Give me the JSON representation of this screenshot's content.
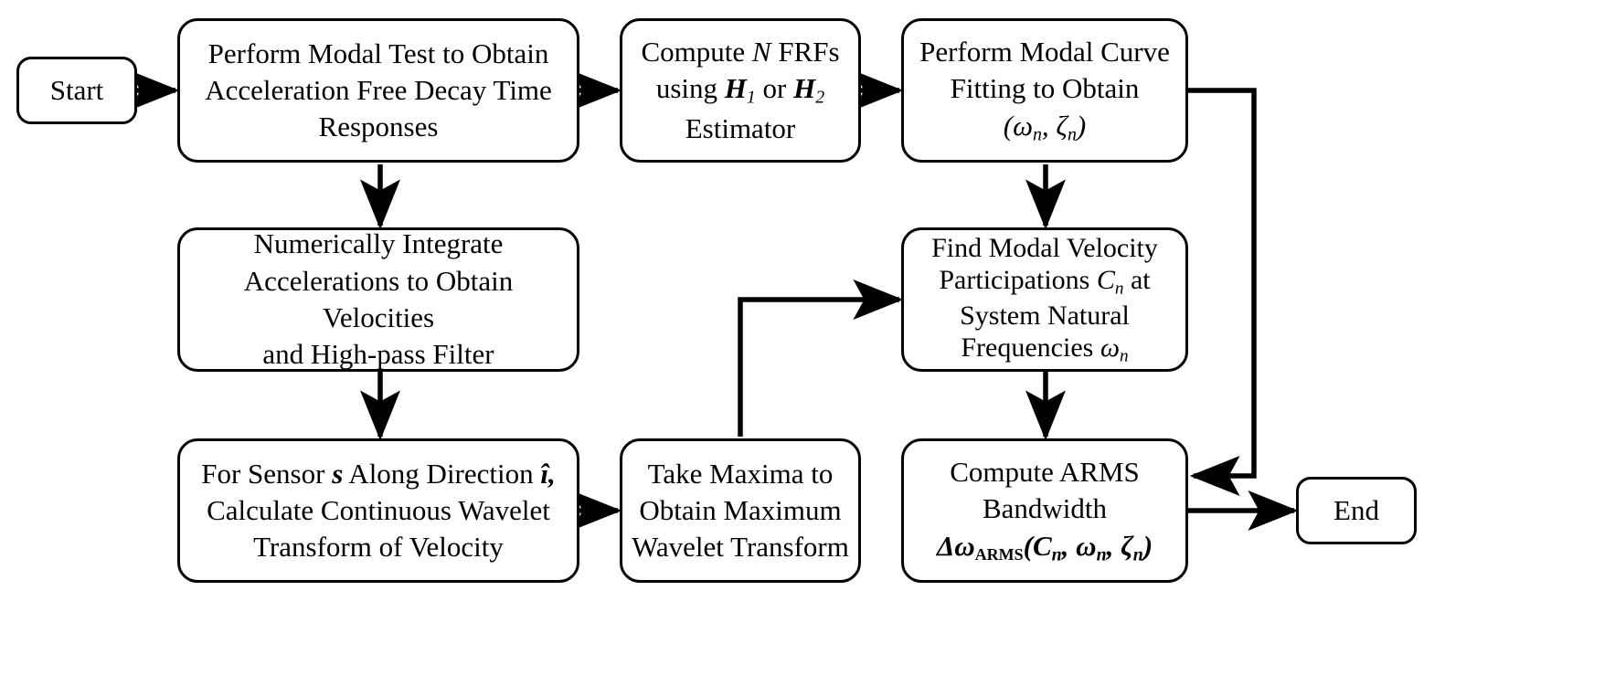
{
  "diagram": {
    "title": "Modal Test ARMS Bandwidth Flowchart",
    "background_color": "#ffffff",
    "line_color": "#000000",
    "node_fill": "#ffffff"
  },
  "nodes": {
    "start": {
      "label": "Start",
      "shape": "terminator"
    },
    "modal_test": {
      "line1": "Perform Modal Test to Obtain",
      "line2": "Acceleration Free Decay Time",
      "line3": "Responses",
      "shape": "process"
    },
    "compute_frfs": {
      "line1_a": "Compute ",
      "line1_b": "N",
      "line1_c": " FRFs",
      "line2_a": "using ",
      "line2_b": "H",
      "line2_sub1": "1",
      "line2_c": " or  ",
      "line2_d": "H",
      "line2_sub2": "2",
      "line3": "Estimator",
      "shape": "process"
    },
    "curve_fitting": {
      "line1": "Perform Modal Curve",
      "line2": "Fitting to Obtain",
      "line3": "(ωn, ζn)",
      "shape": "process"
    },
    "integrate": {
      "line1": "Numerically Integrate",
      "line2": "Accelerations to Obtain Velocities",
      "line3": "and High-pass Filter",
      "shape": "process"
    },
    "find_participations": {
      "line1": "Find Modal Velocity",
      "line2_a": "Participations ",
      "line2_b": "C",
      "line2_sub": "n",
      "line2_c": " at",
      "line3": "System Natural",
      "line4_a": "Frequencies ",
      "line4_b": "ω",
      "line4_sub": "n",
      "shape": "process"
    },
    "wavelet": {
      "line1_a": "For Sensor ",
      "line1_b": "s",
      "line1_c": " Along Direction ",
      "line1_d": "î,",
      "line2": "Calculate Continuous Wavelet",
      "line3": "Transform of Velocity",
      "shape": "process"
    },
    "maxima": {
      "line1": "Take Maxima to",
      "line2": "Obtain Maximum",
      "line3": "Wavelet Transform",
      "shape": "process"
    },
    "arms": {
      "line1": "Compute ARMS",
      "line2": "Bandwidth",
      "line3_a": "Δω",
      "line3_sub": "ARMS",
      "line3_b": "(",
      "line3_c": "C",
      "line3_csub": "n",
      "line3_d": ", ",
      "line3_e": "ω",
      "line3_esub": "n",
      "line3_f": ", ",
      "line3_g": "ζ",
      "line3_gsub": "n",
      "line3_h": ")",
      "shape": "process"
    },
    "end": {
      "label": "End",
      "shape": "terminator"
    }
  },
  "edges": [
    {
      "name": "start-to-modal-test",
      "from": "start",
      "to": "modal_test",
      "direction": "right"
    },
    {
      "name": "modal-test-to-compute-frfs",
      "from": "modal_test",
      "to": "compute_frfs",
      "direction": "right"
    },
    {
      "name": "compute-frfs-to-curve-fitting",
      "from": "compute_frfs",
      "to": "curve_fitting",
      "direction": "right"
    },
    {
      "name": "modal-test-to-integrate",
      "from": "modal_test",
      "to": "integrate",
      "direction": "down"
    },
    {
      "name": "curve-fitting-to-find-participations",
      "from": "curve_fitting",
      "to": "find_participations",
      "direction": "down"
    },
    {
      "name": "integrate-to-wavelet",
      "from": "integrate",
      "to": "wavelet",
      "direction": "down"
    },
    {
      "name": "wavelet-to-maxima",
      "from": "wavelet",
      "to": "maxima",
      "direction": "right"
    },
    {
      "name": "maxima-to-find-participations",
      "from": "maxima",
      "to": "find_participations",
      "direction": "up-right"
    },
    {
      "name": "find-participations-to-arms",
      "from": "find_participations",
      "to": "arms",
      "direction": "down"
    },
    {
      "name": "curve-fitting-to-arms",
      "from": "curve_fitting",
      "to": "arms",
      "direction": "right-down-left"
    },
    {
      "name": "arms-to-end",
      "from": "arms",
      "to": "end",
      "direction": "right"
    }
  ]
}
